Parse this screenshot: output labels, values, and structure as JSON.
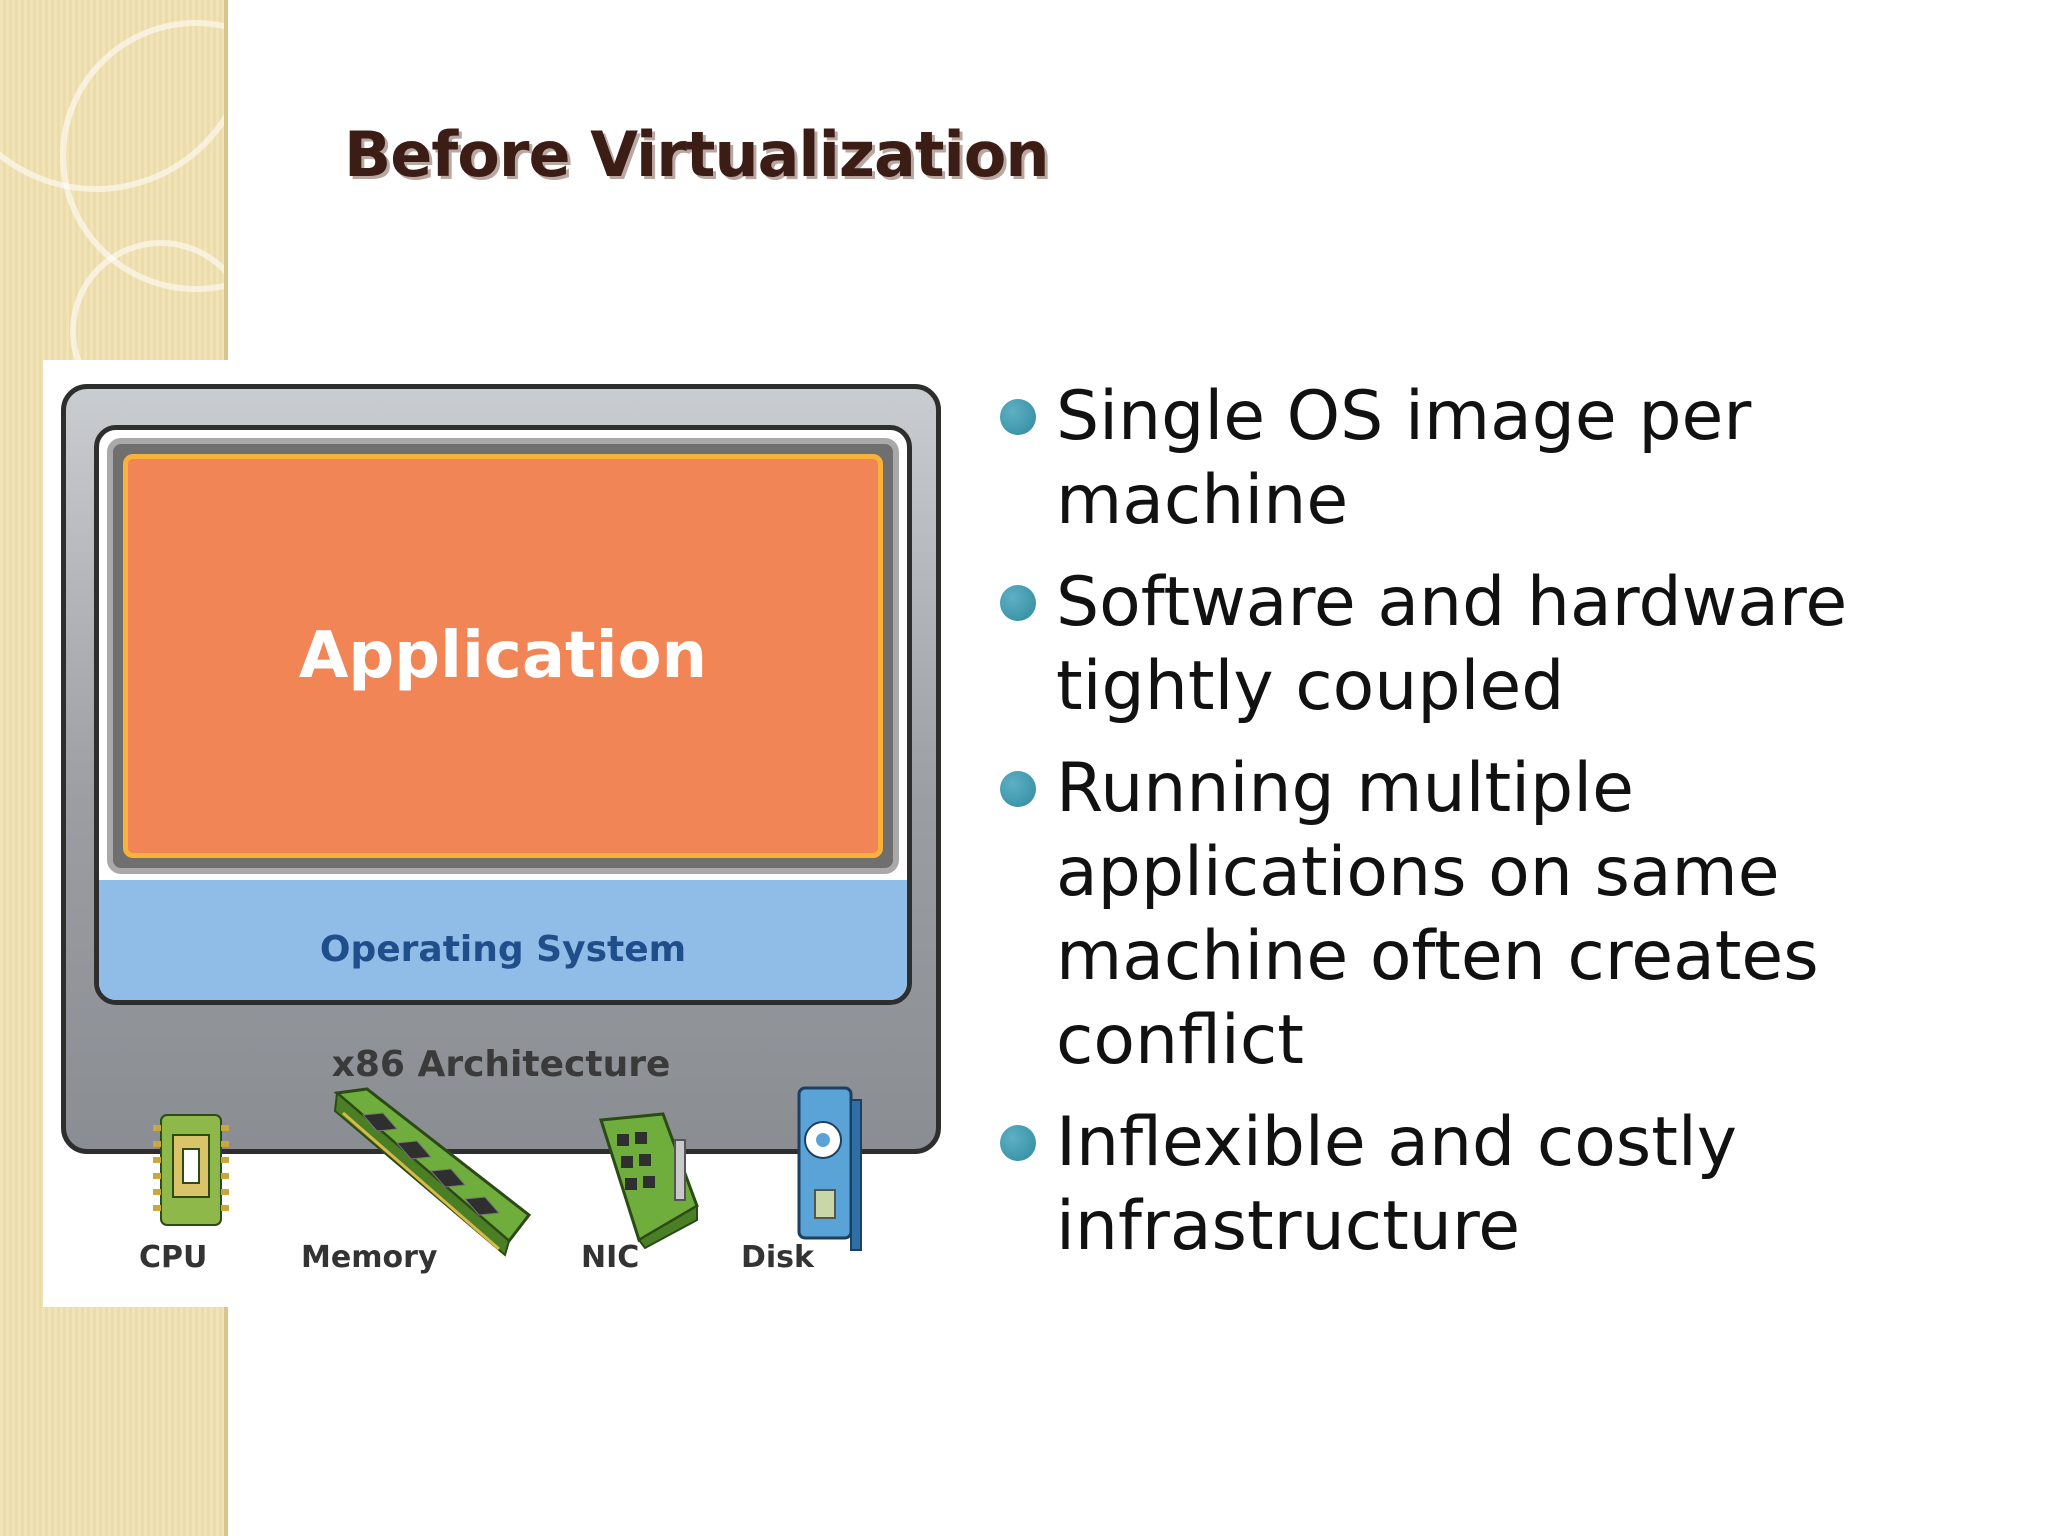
{
  "slide": {
    "title": "Before Virtualization"
  },
  "diagram": {
    "application_label": "Application",
    "os_label": "Operating System",
    "architecture_label": "x86 Architecture",
    "hardware": [
      {
        "label": "CPU",
        "icon": "cpu-chip-icon"
      },
      {
        "label": "Memory",
        "icon": "memory-module-icon"
      },
      {
        "label": "NIC",
        "icon": "network-card-icon"
      },
      {
        "label": "Disk",
        "icon": "disk-drive-icon"
      }
    ]
  },
  "bullets": [
    {
      "text": " Single OS image per machine"
    },
    {
      "text": "Software and hardware tightly coupled"
    },
    {
      "text": "Running multiple applications on same machine often creates conflict"
    },
    {
      "text": "Inflexible and costly infrastructure"
    }
  ],
  "colors": {
    "title": "#3b1d16",
    "application_fill": "#f28555",
    "application_border": "#f7b23a",
    "os_fill": "#90bce8",
    "bullet_dot": "#2f8aa0",
    "left_band": "#f1e3b5"
  }
}
